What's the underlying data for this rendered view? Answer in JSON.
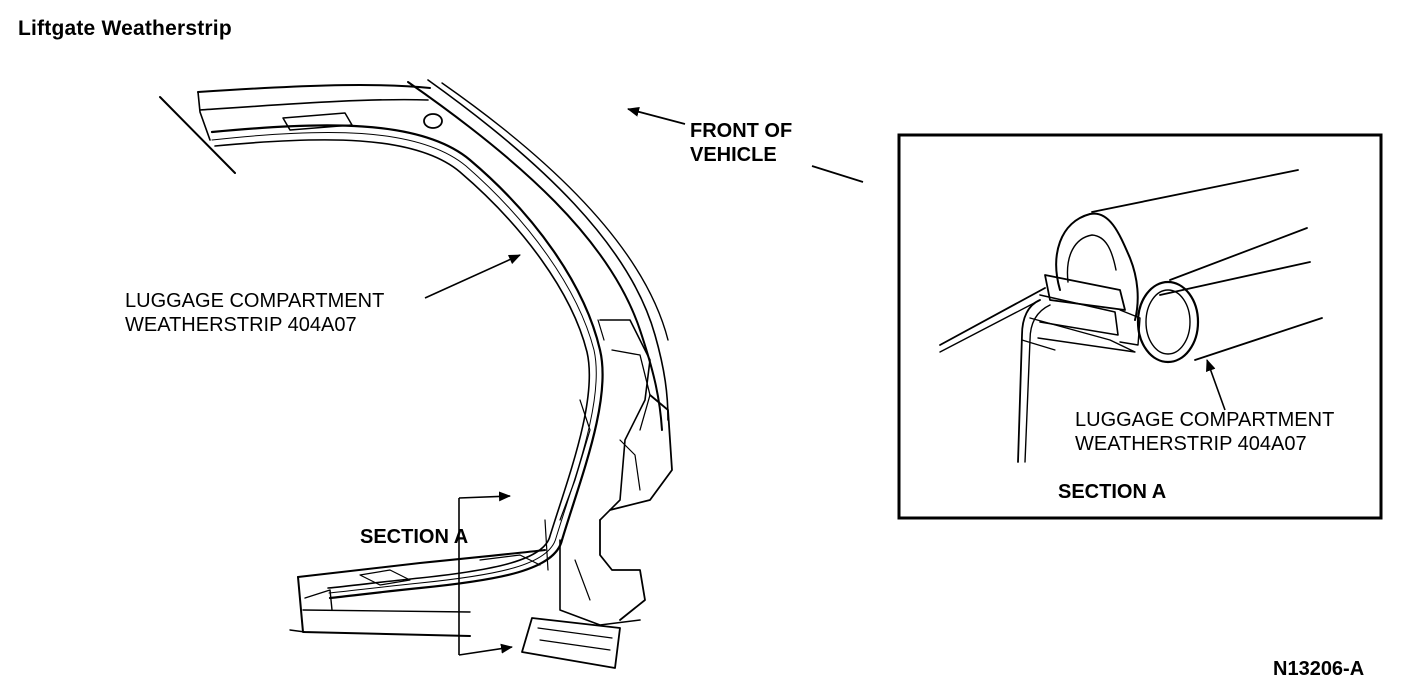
{
  "title": "Liftgate Weatherstrip",
  "labels": {
    "front_of_vehicle": [
      "FRONT OF",
      "VEHICLE"
    ],
    "weatherstrip_main": [
      "LUGGAGE COMPARTMENT",
      "WEATHERSTRIP 404A07"
    ],
    "section_a_main": "SECTION A",
    "weatherstrip_inset": [
      "LUGGAGE COMPARTMENT",
      "WEATHERSTRIP 404A07"
    ],
    "section_a_inset": "SECTION A"
  },
  "figure_id": "N13206-A"
}
